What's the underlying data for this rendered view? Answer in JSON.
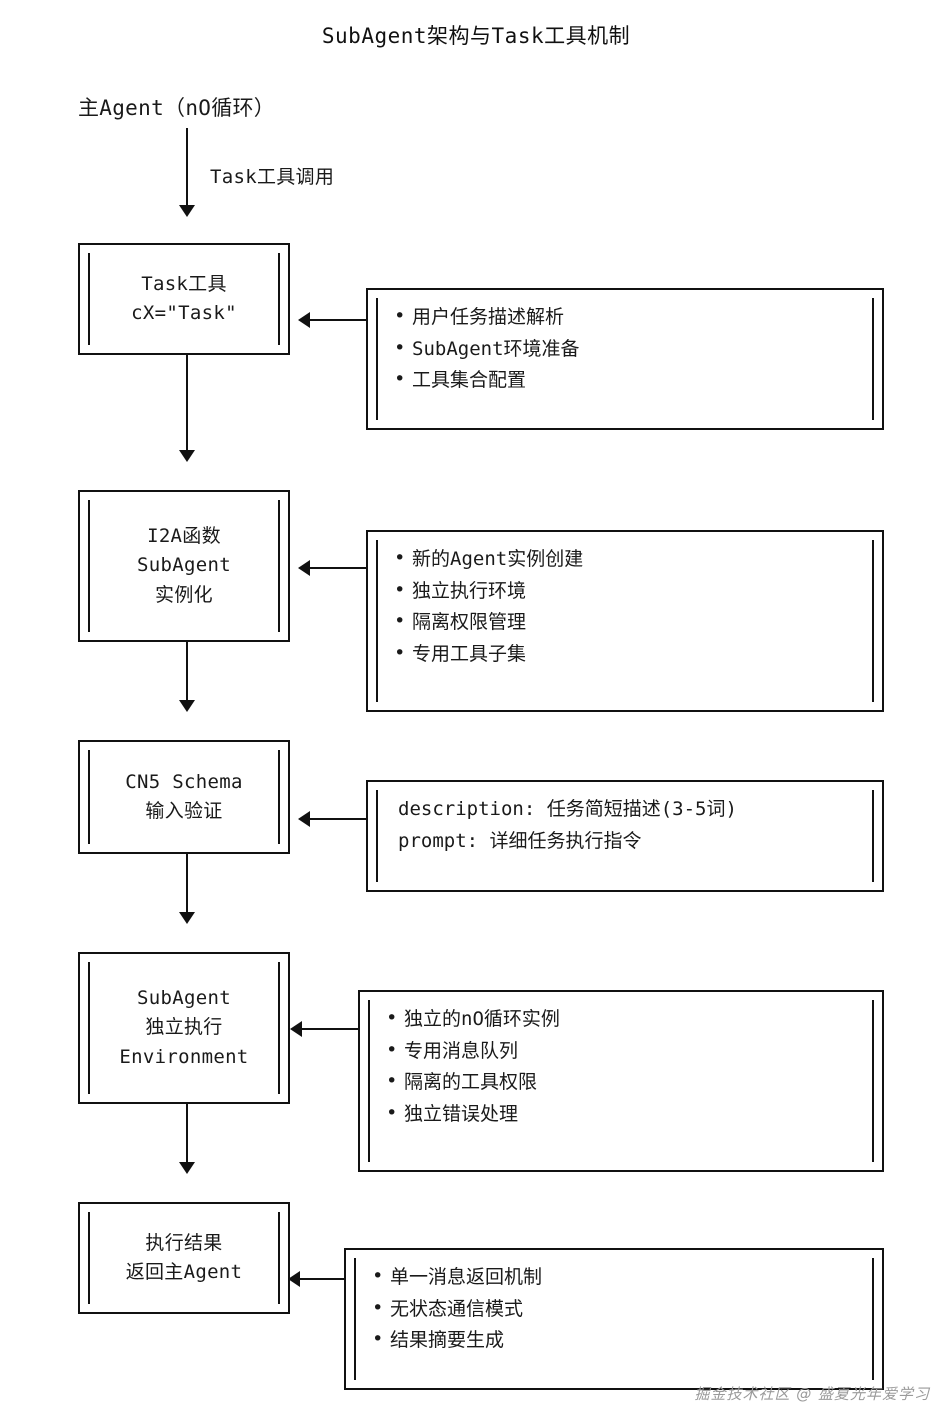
{
  "diagram": {
    "title": "SubAgent架构与Task工具机制",
    "root": {
      "label": "主Agent（nO循环）",
      "edge_label": "Task工具调用"
    },
    "steps": [
      {
        "node_lines": [
          "Task工具",
          "cX=\"Task\""
        ],
        "details": [
          {
            "bullet": true,
            "text": "用户任务描述解析"
          },
          {
            "bullet": true,
            "text": "SubAgent环境准备"
          },
          {
            "bullet": true,
            "text": "工具集合配置"
          }
        ]
      },
      {
        "node_lines": [
          "I2A函数",
          "SubAgent",
          "实例化"
        ],
        "details": [
          {
            "bullet": true,
            "text": "新的Agent实例创建"
          },
          {
            "bullet": true,
            "text": "独立执行环境"
          },
          {
            "bullet": true,
            "text": "隔离权限管理"
          },
          {
            "bullet": true,
            "text": "专用工具子集"
          }
        ]
      },
      {
        "node_lines": [
          "CN5 Schema",
          "输入验证"
        ],
        "details": [
          {
            "bullet": false,
            "text": "description: 任务简短描述(3-5词)"
          },
          {
            "bullet": false,
            "text": "prompt: 详细任务执行指令"
          }
        ]
      },
      {
        "node_lines": [
          "SubAgent",
          "独立执行",
          "Environment"
        ],
        "details": [
          {
            "bullet": true,
            "text": "独立的nO循环实例"
          },
          {
            "bullet": true,
            "text": "专用消息队列"
          },
          {
            "bullet": true,
            "text": "隔离的工具权限"
          },
          {
            "bullet": true,
            "text": "独立错误处理"
          }
        ]
      },
      {
        "node_lines": [
          "执行结果",
          "返回主Agent"
        ],
        "details": [
          {
            "bullet": true,
            "text": "单一消息返回机制"
          },
          {
            "bullet": true,
            "text": "无状态通信模式"
          },
          {
            "bullet": true,
            "text": "结果摘要生成"
          }
        ]
      }
    ],
    "watermark": "掘金技术社区 @ 盛夏光年爱学习"
  }
}
